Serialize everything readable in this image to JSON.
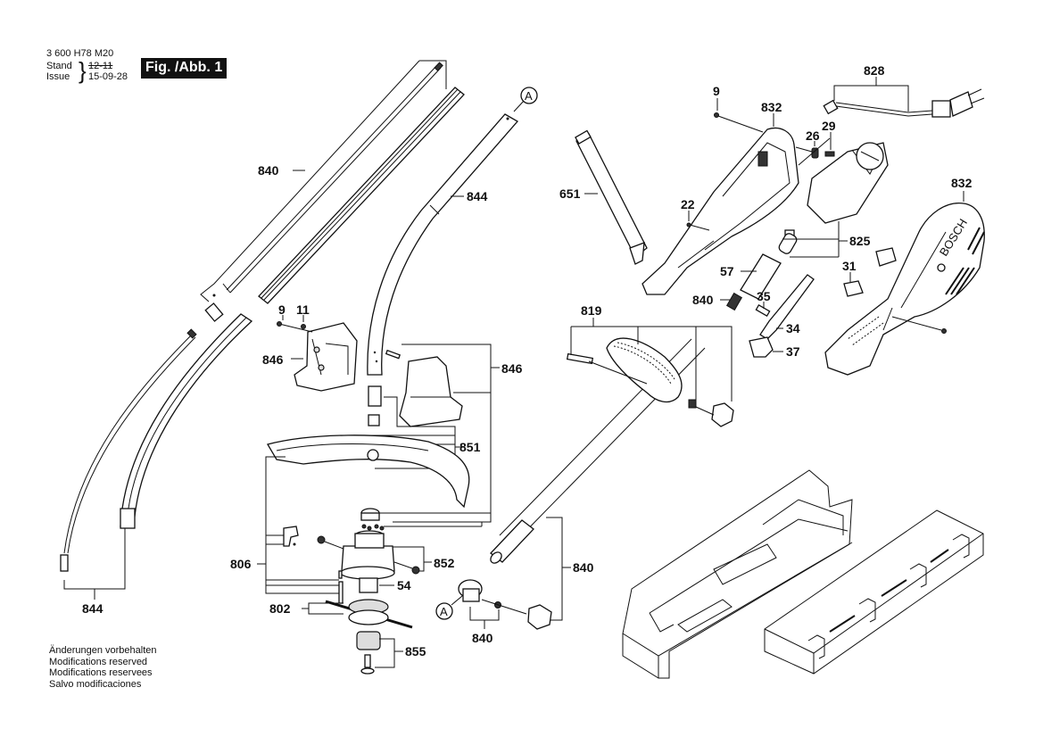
{
  "header": {
    "document_number": "3 600 H78 M20",
    "stand_label": "Stand",
    "issue_label": "Issue",
    "stand_old": "12-11",
    "issue_date": "15-09-28",
    "figure_badge": "Fig. /Abb. 1"
  },
  "notes": [
    "Änderungen vorbehalten",
    "Modifications reserved",
    "Modifications reservees",
    "Salvo modificaciones"
  ],
  "callouts": {
    "c840_shaft": "840",
    "c844_tube": "844",
    "c844_cable": "844",
    "c9_left": "9",
    "c11": "11",
    "c846_left": "846",
    "c846_right": "846",
    "c851": "851",
    "c806": "806",
    "c852": "852",
    "c54": "54",
    "c802": "802",
    "c855": "855",
    "c840_knob": "840",
    "c840_lower": "840",
    "c819": "819",
    "c651": "651",
    "c9_right": "9",
    "c832_left": "832",
    "c26": "26",
    "c29": "29",
    "c828": "828",
    "c22": "22",
    "c825": "825",
    "c57": "57",
    "c840_spring": "840",
    "c35": "35",
    "c34": "34",
    "c37": "37",
    "c31": "31",
    "c832_right": "832",
    "ref_a_top": "A",
    "ref_a_bottom": "A"
  },
  "brand_mark": "BOSCH"
}
